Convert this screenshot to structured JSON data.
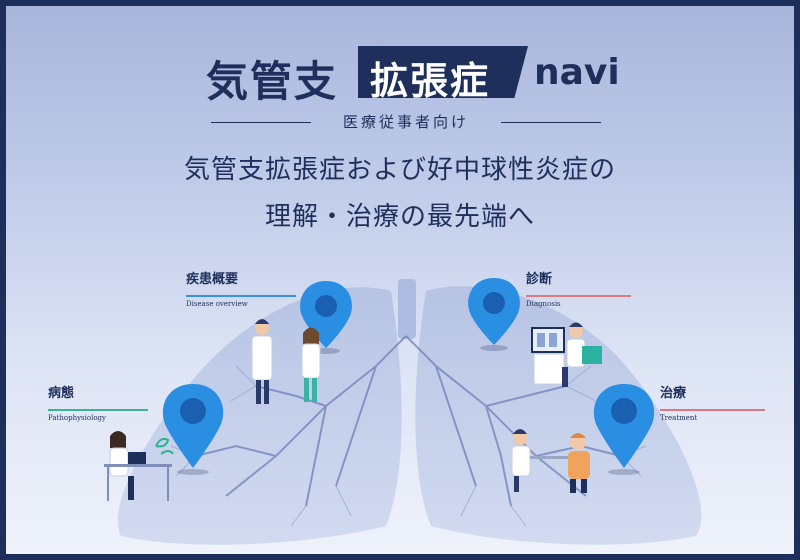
{
  "logo": {
    "prefix": "気管支",
    "boxed": "拡張症",
    "suffix": "navi"
  },
  "audience": "医療従事者向け",
  "headline": {
    "line1": "気管支拡張症および好中球性炎症の",
    "line2": "理解・治療の最先端へ"
  },
  "sections": [
    {
      "jp": "疾患概要",
      "en": "Disease overview",
      "accent": "#3a8fe0"
    },
    {
      "jp": "病態",
      "en": "Pathophysiology",
      "accent": "#3bb38f"
    },
    {
      "jp": "診断",
      "en": "Diagnosis",
      "accent": "#d97a80"
    },
    {
      "jp": "治療",
      "en": "Treatment",
      "accent": "#d97a80"
    }
  ],
  "colors": {
    "navy": "#1f2f5c",
    "pin": "#2a8fe2",
    "lung": "#b9c4e4"
  }
}
